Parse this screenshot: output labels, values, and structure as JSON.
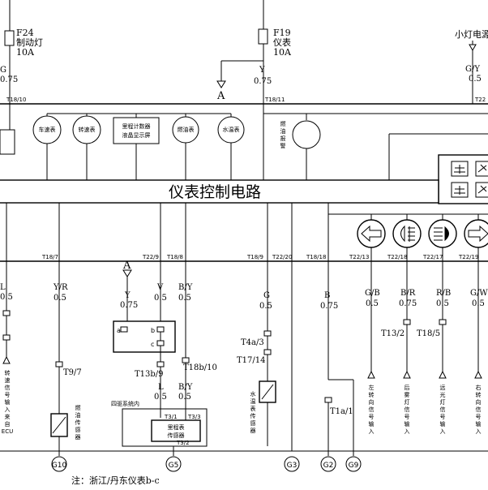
{
  "banner": {
    "title": "仪表控制电路"
  },
  "fuses": [
    {
      "id": "F24",
      "name": "制动灯",
      "rating": "10A"
    },
    {
      "id": "F19",
      "name": "仪表",
      "rating": "10A"
    }
  ],
  "top_labels": {
    "small_light_power": "小灯电源",
    "arrow_a": "A",
    "arrow_a2": "A"
  },
  "top_wires": [
    {
      "color": "G",
      "gauge": "0.75"
    },
    {
      "color": "Y",
      "gauge": "0.75"
    },
    {
      "color": "G/Y",
      "gauge": "0.5"
    }
  ],
  "top_connectors": [
    "T18/10",
    "T18/11",
    "T22"
  ],
  "gauges": [
    {
      "label": "车速表"
    },
    {
      "label": "转速表"
    },
    {
      "label": "里程计数器\n液晶显示屏"
    },
    {
      "label": "燃油表"
    },
    {
      "label": "水温表"
    }
  ],
  "fuel_alarm": "燃\n油\n报\n警",
  "bottom_connectors": [
    "T18/7",
    "T22/9",
    "T18/8",
    "T18/9",
    "T22/20",
    "T18/18",
    "T22/13",
    "T22/18",
    "T22/17",
    "T22/19"
  ],
  "bottom_wires": [
    {
      "color": "L",
      "gauge": "0.5"
    },
    {
      "color": "Y/R",
      "gauge": "0.5"
    },
    {
      "color": "Y",
      "gauge": "0.75"
    },
    {
      "color": "V",
      "gauge": "0.5"
    },
    {
      "color": "B/Y",
      "gauge": "0.5"
    },
    {
      "color": "G",
      "gauge": "0.5"
    },
    {
      "color": "B",
      "gauge": "0.75"
    },
    {
      "color": "G/B",
      "gauge": "0.5"
    },
    {
      "color": "B/R",
      "gauge": "0.75"
    },
    {
      "color": "R/B",
      "gauge": "0.5"
    },
    {
      "color": "G/W",
      "gauge": "0.5"
    }
  ],
  "mid_connectors": {
    "t9_7": "T9/7",
    "t13b_9": "T13b/9",
    "t18b_10": "T18b/10",
    "t4a_3": "T4a/3",
    "t17_14": "T17/14",
    "t13_2": "T13/2",
    "t18_5": "T18/5",
    "t1a_1": "T1a/1",
    "t3_1": "T3/1",
    "t3_3": "T3/3",
    "t3_2": "T3/2"
  },
  "relay_pins": {
    "a": "a",
    "b": "b",
    "c": "c"
  },
  "lower_wires": [
    {
      "color": "L",
      "gauge": "0.5"
    },
    {
      "color": "B/Y",
      "gauge": "0.5"
    }
  ],
  "sensors": {
    "fuel_sensor": "燃\n油\n传\n感\n器",
    "water_temp_sensor": "水\n温\n表\n传\n感\n器",
    "odometer_sensor": "里程表\n传感器",
    "in_four_wheel": "四驱系统内"
  },
  "signal_labels": {
    "turn_signal_ecu": "转\n速\n信\n号\n输\n入\n来\n自\nECU",
    "left_turn": "左\n转\n向\n信\n号\n输\n入",
    "rear_fog": "后\n雾\n灯\n信\n号\n输\n入",
    "high_beam": "远\n光\n灯\n信\n号\n输\n入",
    "right_turn": "右\n转\n向\n信\n号\n输\n入"
  },
  "grounds": [
    "G10",
    "G5",
    "G3",
    "G2",
    "G9"
  ],
  "note": "注：浙江/丹东仪表b-c"
}
